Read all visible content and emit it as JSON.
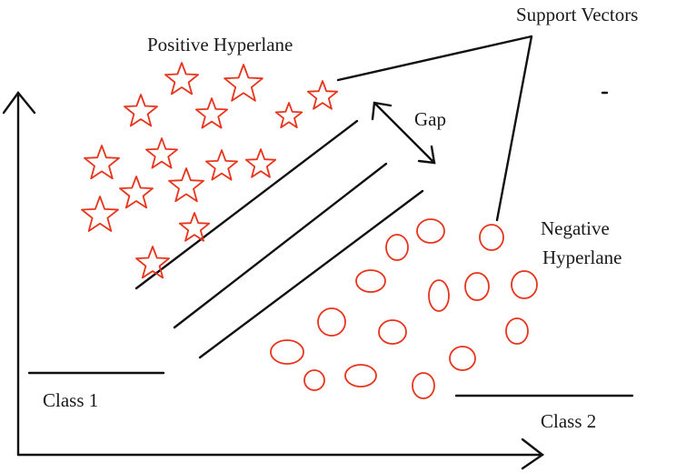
{
  "labels": {
    "support_vectors": "Support Vectors",
    "positive_hyperplane": "Positive Hyperlane",
    "gap": "Gap",
    "negative_line1": "Negative",
    "negative_line2": "Hyperlane",
    "class1": "Class 1",
    "class2": "Class 2"
  },
  "colors": {
    "marker": "#e8341c",
    "ink": "#111111"
  },
  "markers": {
    "class1_shape": "star",
    "class2_shape": "ellipse"
  }
}
